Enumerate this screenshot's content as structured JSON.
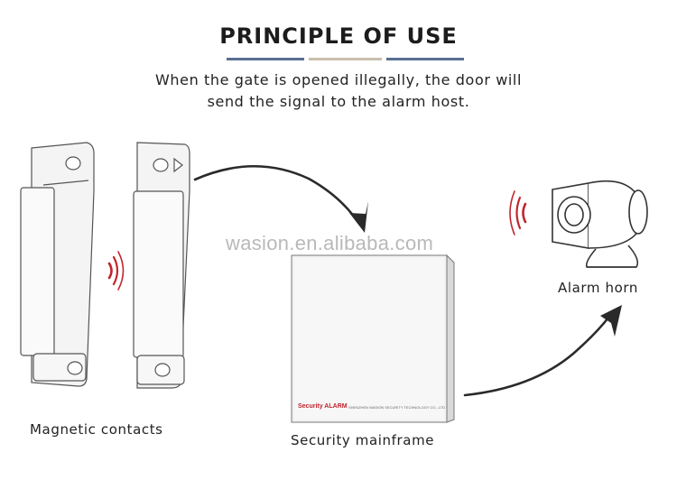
{
  "title": "PRINCIPLE OF USE",
  "subtitle_line1": "When the gate is opened illegally, the door will",
  "subtitle_line2": "send the signal to the alarm host.",
  "underline_colors": [
    "#5a6f93",
    "#c9bfae",
    "#5a6f93"
  ],
  "labels": {
    "magnetic_contacts": "Magnetic contacts",
    "security_mainframe": "Security mainframe",
    "alarm_horn": "Alarm horn"
  },
  "panel_text": {
    "brand": "Security  ALARM",
    "company": "SHENZHEN WASION SECURITY TECHNOLOGY CO., LTD"
  },
  "watermark": "wasion.en.alibaba.com",
  "colors": {
    "signal_red": "#c0262d",
    "device_fill": "#f4f4f4",
    "outline": "#555555"
  }
}
